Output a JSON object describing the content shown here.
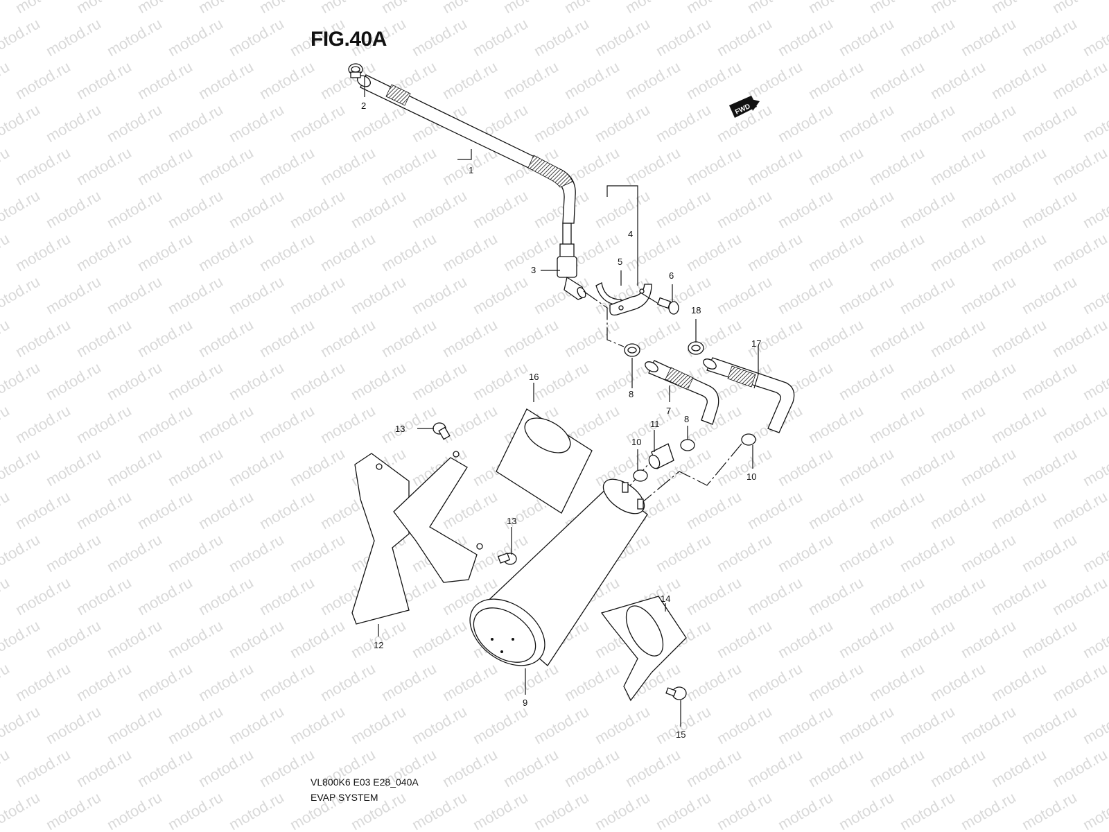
{
  "figure": {
    "title": "FIG.40A",
    "model_code": "VL800K6 E03 E28_040A",
    "system_name": "EVAP SYSTEM",
    "watermark_text": "motod.ru",
    "direction_badge": "FWD"
  },
  "callouts": [
    {
      "id": "1",
      "label": "1",
      "part": "hose"
    },
    {
      "id": "2",
      "label": "2",
      "part": "clamp"
    },
    {
      "id": "3",
      "label": "3",
      "part": "valve"
    },
    {
      "id": "4",
      "label": "4",
      "part": "bracket-assembly"
    },
    {
      "id": "5",
      "label": "5",
      "part": "clamp-bracket"
    },
    {
      "id": "6",
      "label": "6",
      "part": "bolt"
    },
    {
      "id": "7",
      "label": "7",
      "part": "hose"
    },
    {
      "id": "8a",
      "label": "8",
      "part": "clamp"
    },
    {
      "id": "8b",
      "label": "8",
      "part": "clamp"
    },
    {
      "id": "9",
      "label": "9",
      "part": "canister"
    },
    {
      "id": "10a",
      "label": "10",
      "part": "clamp"
    },
    {
      "id": "10b",
      "label": "10",
      "part": "clamp"
    },
    {
      "id": "11",
      "label": "11",
      "part": "hose-joint"
    },
    {
      "id": "12",
      "label": "12",
      "part": "bracket"
    },
    {
      "id": "13a",
      "label": "13",
      "part": "bolt"
    },
    {
      "id": "13b",
      "label": "13",
      "part": "bolt"
    },
    {
      "id": "14",
      "label": "14",
      "part": "cushion"
    },
    {
      "id": "15",
      "label": "15",
      "part": "screw"
    },
    {
      "id": "16",
      "label": "16",
      "part": "band"
    },
    {
      "id": "17",
      "label": "17",
      "part": "hose"
    },
    {
      "id": "18",
      "label": "18",
      "part": "clamp"
    }
  ]
}
